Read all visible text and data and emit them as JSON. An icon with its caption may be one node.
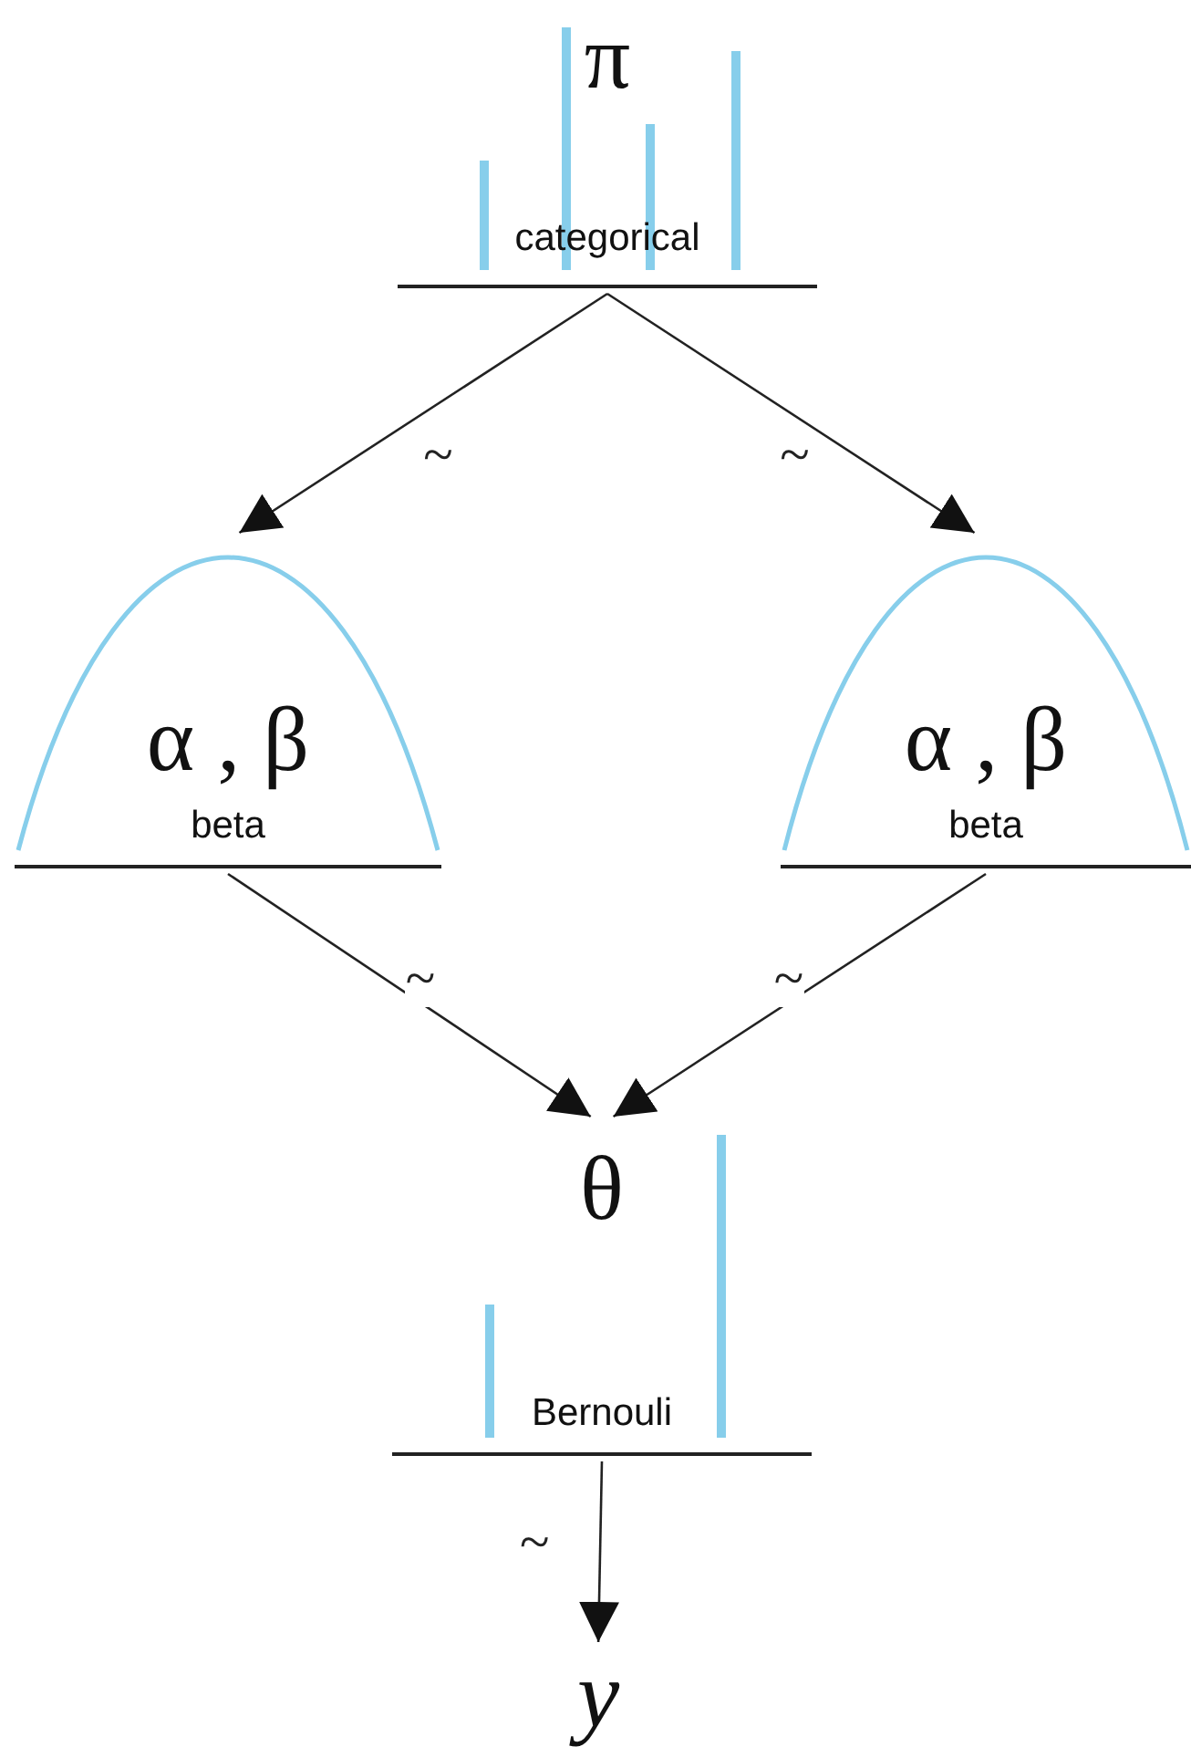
{
  "diagram": {
    "nodes": [
      {
        "text": [
          "π",
          "categorical"
        ]
      },
      {
        "text": [
          "α , β",
          "beta"
        ]
      },
      {
        "text": [
          "α , β",
          "beta"
        ]
      },
      {
        "text": [
          "θ",
          "Bernouli"
        ]
      },
      {
        "text": [
          "y"
        ]
      }
    ],
    "edges": [
      {
        "from": 0,
        "to": 1,
        "arrow": "to",
        "label": "~"
      },
      {
        "from": 0,
        "to": 2,
        "arrow": "to",
        "label": "~"
      },
      {
        "from": 1,
        "to": 3,
        "arrow": "to",
        "label": "~"
      },
      {
        "from": 2,
        "to": 3,
        "arrow": "to",
        "label": "~"
      },
      {
        "from": 3,
        "to": 4,
        "arrow": "to",
        "label": "~"
      }
    ]
  }
}
